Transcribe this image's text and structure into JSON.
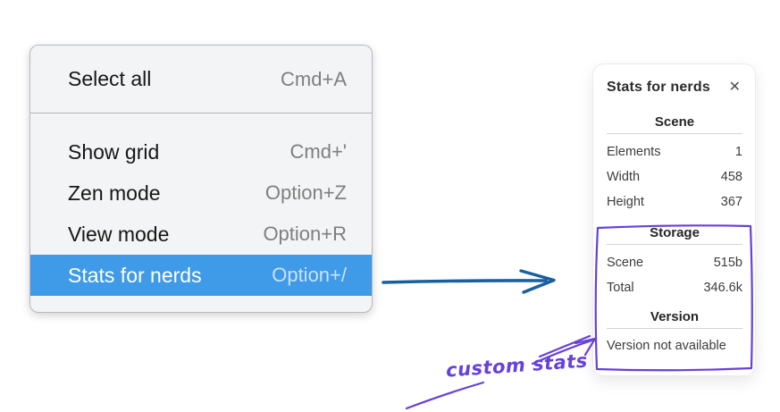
{
  "menu": {
    "items": [
      {
        "label": "Select all",
        "shortcut": "Cmd+A"
      },
      {
        "label": "Show grid",
        "shortcut": "Cmd+'"
      },
      {
        "label": "Zen mode",
        "shortcut": "Option+Z"
      },
      {
        "label": "View mode",
        "shortcut": "Option+R"
      },
      {
        "label": "Stats for nerds",
        "shortcut": "Option+/"
      }
    ],
    "highlighted_item": "Stats for nerds",
    "highlight_color": "#3f9be8"
  },
  "stats_panel": {
    "title": "Stats for nerds",
    "close_icon": "✕",
    "sections": [
      {
        "heading": "Scene",
        "rows": [
          {
            "label": "Elements",
            "value": "1"
          },
          {
            "label": "Width",
            "value": "458"
          },
          {
            "label": "Height",
            "value": "367"
          }
        ]
      },
      {
        "heading": "Storage",
        "rows": [
          {
            "label": "Scene",
            "value": "515b"
          },
          {
            "label": "Total",
            "value": "346.6k"
          }
        ]
      },
      {
        "heading": "Version",
        "note": "Version not available"
      }
    ]
  },
  "annotations": {
    "custom_label": "custom stats",
    "purple_color": "#6741d9",
    "blue_arrow_color": "#1a5f9e"
  }
}
